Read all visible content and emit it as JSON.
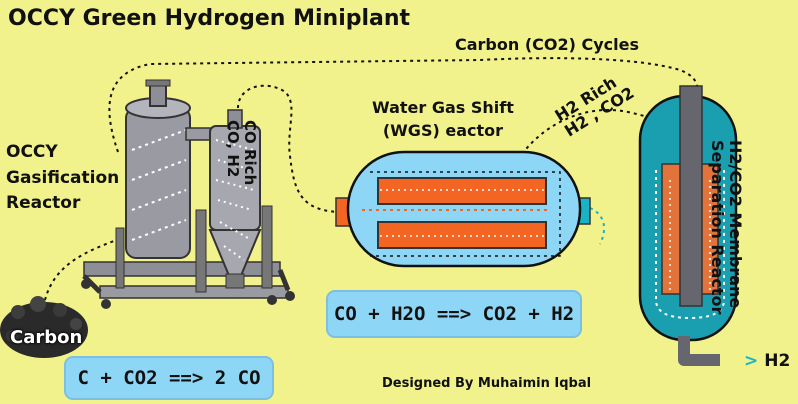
{
  "title": "OCCY Green Hydrogen Miniplant",
  "gasifier_label": [
    "OCCY",
    "Gasification",
    "Reactor"
  ],
  "co_rich_label": [
    "CO Rich",
    "CO, H2"
  ],
  "wgs_label": [
    "Water Gas Shift",
    "(WGS) eactor"
  ],
  "h2_rich_label": [
    "H2 Rich",
    "H2 , CO2"
  ],
  "carbon_cycles_label": "Carbon (CO2) Cycles",
  "membrane_label": [
    "H2/CO2 Membrane",
    "Separation Reactor"
  ],
  "h2_output": {
    "arrow": ">",
    "label": "H2"
  },
  "carbon_label": "Carbon",
  "equations": {
    "gasification": "C + CO2 ==> 2 CO",
    "wgs": "CO + H2O ==> CO2 + H2"
  },
  "credit": "Designed By Muhaimin Iqbal",
  "colors": {
    "background": "#f2f28c",
    "reactor_blue": "#8ed6f5",
    "membrane_teal": "#1a9fb0",
    "core_orange": "#f26522",
    "machine_gray": "#8e8e96"
  }
}
